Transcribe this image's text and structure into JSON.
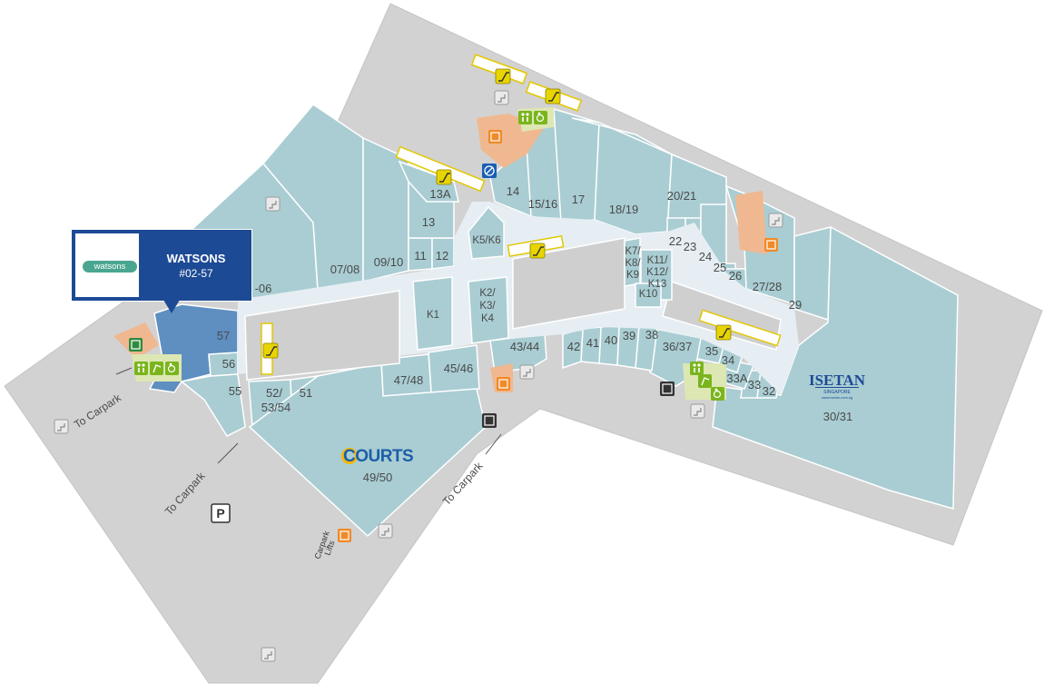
{
  "map": {
    "units": [
      {
        "id": "u57",
        "label": "57"
      },
      {
        "id": "u56",
        "label": "56"
      },
      {
        "id": "u55",
        "label": "55"
      },
      {
        "id": "u5254",
        "label": "52/\n53/54"
      },
      {
        "id": "u51",
        "label": "51"
      },
      {
        "id": "u0506",
        "label": "-06"
      },
      {
        "id": "u0708",
        "label": "07/08"
      },
      {
        "id": "u0910",
        "label": "09/10"
      },
      {
        "id": "u11",
        "label": "11"
      },
      {
        "id": "u12",
        "label": "12"
      },
      {
        "id": "u13",
        "label": "13"
      },
      {
        "id": "u13a",
        "label": "13A"
      },
      {
        "id": "u14",
        "label": "14"
      },
      {
        "id": "u1516",
        "label": "15/16"
      },
      {
        "id": "u17",
        "label": "17"
      },
      {
        "id": "u1819",
        "label": "18/19"
      },
      {
        "id": "u2021",
        "label": "20/21"
      },
      {
        "id": "u22",
        "label": "22"
      },
      {
        "id": "u23",
        "label": "23"
      },
      {
        "id": "u24",
        "label": "24"
      },
      {
        "id": "u25",
        "label": "25"
      },
      {
        "id": "u26",
        "label": "26"
      },
      {
        "id": "u2728",
        "label": "27/28"
      },
      {
        "id": "u29",
        "label": "29"
      },
      {
        "id": "u3031",
        "label": "30/31"
      },
      {
        "id": "u32",
        "label": "32"
      },
      {
        "id": "u33",
        "label": "33"
      },
      {
        "id": "u33a",
        "label": "33A"
      },
      {
        "id": "u34",
        "label": "34"
      },
      {
        "id": "u35",
        "label": "35"
      },
      {
        "id": "u3637",
        "label": "36/37"
      },
      {
        "id": "u38",
        "label": "38"
      },
      {
        "id": "u39",
        "label": "39"
      },
      {
        "id": "u40",
        "label": "40"
      },
      {
        "id": "u41",
        "label": "41"
      },
      {
        "id": "u42",
        "label": "42"
      },
      {
        "id": "u4344",
        "label": "43/44"
      },
      {
        "id": "u4546",
        "label": "45/46"
      },
      {
        "id": "u4748",
        "label": "47/48"
      },
      {
        "id": "u4950",
        "label": "49/50"
      }
    ],
    "kiosks": [
      {
        "id": "k1",
        "label": "K1"
      },
      {
        "id": "k234",
        "label": "K2/\nK3/\nK4"
      },
      {
        "id": "k56",
        "label": "K5/K6"
      },
      {
        "id": "k789",
        "label": "K7/\nK8/\nK9"
      },
      {
        "id": "k111213",
        "label": "K11/\nK12/\nK13"
      },
      {
        "id": "k10",
        "label": "K10"
      }
    ],
    "road_labels": [
      {
        "id": "carpark-left",
        "text": "To Carpark"
      },
      {
        "id": "carpark-mid",
        "text": "To Carpark"
      },
      {
        "id": "carpark-right",
        "text": "To Carpark"
      }
    ],
    "carpark_lifts": {
      "line1": "Carpark",
      "line2": "Lifts"
    },
    "parking_symbol": "P",
    "anchors": {
      "courts": {
        "brand": "COURTS",
        "unit": "49/50"
      },
      "isetan": {
        "brand": "ISETAN",
        "sub": "SINGAPORE",
        "url": "www.isetan.com.sg",
        "unit": "30/31"
      }
    },
    "colors": {
      "unit": "#a9cdd3",
      "corridor": "#e6eef3",
      "floor": "#d2d2d2",
      "highlight": "#5e8fc0",
      "callout": "#1d4a95",
      "escalator": "#e8d400",
      "service": "#f0b890",
      "toilet": "#dde7b3",
      "lift_dark": "#333333"
    }
  },
  "callout": {
    "store_name": "WATSONS",
    "unit": "#02-57",
    "logo_text": "watsons"
  },
  "icons": [
    "escalator-icon",
    "lift-icon",
    "toilet-icon",
    "accessible-toilet-icon",
    "nursing-room-icon",
    "wheelchair-icon",
    "travelator-icon",
    "staircase-icon",
    "no-smoking-icon"
  ]
}
